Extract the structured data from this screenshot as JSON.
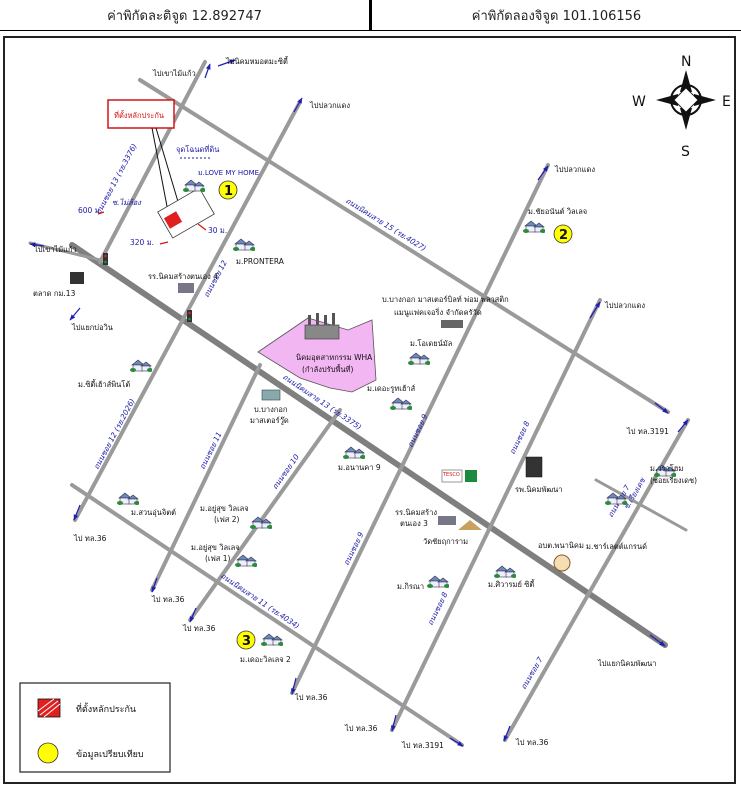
{
  "header": {
    "lat": "ค่าพิกัดละติจูด 12.892747",
    "lng": "ค่าพิกัดลองจิจูด 101.106156"
  },
  "compass": {
    "n": "N",
    "s": "S",
    "e": "E",
    "w": "W"
  },
  "roads": {
    "nikom13": "ถนนนิคมสาย 13 (รย.3375)",
    "nikom15": "ถนนนิคมสาย 15 (รย.4027)",
    "nikom11": "ถนนนิคมสาย 11 (รย.4034)",
    "soi13": "ถนนซอย 13 (รย.3376)",
    "soi12": "ถนนซอย 12",
    "soi12b": "ถนนซอย 12 (รย.2026)",
    "soi11": "ถนนซอย 11",
    "soi10": "ถนนซอย 10",
    "soi9a": "ถนนซอย 9",
    "soi9b": "ถนนซอย 9",
    "soi8a": "ถนนซอย 8",
    "soi8b": "ถนนซอย 8",
    "soi7a": "ถนนซอย 7",
    "soi7b": "ถนนซอย 7",
    "soiRiang": "ซ.เรียงเดช",
    "soiKhrong": "ซ.ไม่ล้อง"
  },
  "directions": {
    "banchang_top": "ไปเขาไม้แก้ว",
    "nikomu": "ไปนิคมหมอตมะซิตี้",
    "plakdaeng1": "ไปปลวกแดง",
    "plakdaeng2": "ไปปลวกแดง",
    "plakdaeng3": "ไปปลวกแดง",
    "khaomaikaew": "ไปเขาไม้แก้ว",
    "yaekbo": "ไปแยกบ่อวิน",
    "th36_a": "ไป ทล.36",
    "th36_b": "ไป ทล.36",
    "th36_c": "ไป ทล.36",
    "th36_d": "ไป ทล.36",
    "th36_e": "ไป ทล.36",
    "th36_f": "ไป ทล.36",
    "th3191_a": "ไป ทล.3191",
    "th3191_b": "ไป ทล.3191",
    "yaeknikom": "ไปแยกนิคมพัฒนา"
  },
  "places": {
    "collateral_tag": "ที่ตั้งหลักประกัน",
    "landmark_pt": "จุดโฉนดที่ดิน",
    "love_my_home": "ม.LOVE MY HOME",
    "prontera": "ม.PRONTERA",
    "school4": "รร.นิคมสร้างตนเอง 4",
    "talad": "ตลาด กม.13",
    "city_home": "ม.ซิตี้เฮ้าส์พินโต้",
    "wha": "นิคมอุตสาหกรรม WHA",
    "wha_sub": "(กำลังปรับพื้นที่)",
    "bangkok_cable": "บ.บางกอก มาสเตอร์บิลท์ พ่อม พลาสติก",
    "bangkok_cable2": "แมนูแฟคเจอริ่ง จำกัดครัวัด",
    "rayong_villa": "ม.ชัยอนันต์ วิลเลจ",
    "ocean": "ม.โอเดยน์มัล",
    "ruam_sukh": "ม.เดอะรูทเฮ้าส์",
    "bkk_master": "บ.บางกอก",
    "bkk_master2": "มาสเตอร์วู๊ด",
    "anan": "ม.อนานคา 9",
    "suan": "ม.สวนอุ่นจิตต์",
    "yusuk2": "ม.อยู่สุข วิลเลจ",
    "yusuk2b": "(เฟส 2)",
    "yusuk1": "ม.อยู่สุข วิลเลจ",
    "yusuk1b": "(เฟส 1)",
    "village2": "ม.เดอะวิลเลจ 2",
    "korin": "ม.กิรณา",
    "school3": "รร.นิคมสร้าง",
    "school3b": "ตนเอง 3",
    "wat": "วัดชัยฤการาม",
    "tesco": "TESCO",
    "hospital": "รพ.นิคมพัฒนา",
    "amphoe": "อบต.พนานิคม",
    "siwa": "ม.ศิวารมย์ ซิตี้",
    "varahome": "ม.วราโฮม",
    "varahome2": "(ซอยเรียงเดช)",
    "chanya": "ม.ชาร์เลตต์แกรนด์",
    "dist600": "600 ม.",
    "dist320": "320 ม.",
    "dist30": "30 ม."
  },
  "markers": {
    "m1": "1",
    "m2": "2",
    "m3": "3"
  },
  "legend": {
    "collateral": "ที่ตั้งหลักประกัน",
    "comparison": "ข้อมูลเปรียบเทียบ"
  },
  "colors": {
    "road": "#8c8c8c",
    "arrow": "#1e1eb4",
    "marker": "#ffff00",
    "wha": "#f2b6f2",
    "collateral": "#e02020"
  }
}
